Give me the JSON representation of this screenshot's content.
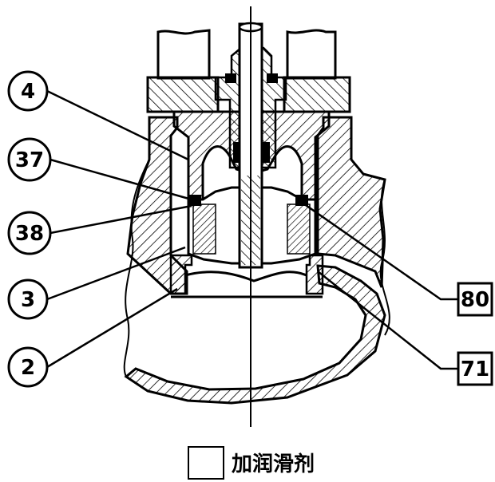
{
  "callouts": [
    {
      "id": "c4",
      "text": "4",
      "shape": "circle"
    },
    {
      "id": "c37",
      "text": "37",
      "shape": "circle"
    },
    {
      "id": "c38",
      "text": "38",
      "shape": "circle"
    },
    {
      "id": "c3",
      "text": "3",
      "shape": "circle"
    },
    {
      "id": "c2",
      "text": "2",
      "shape": "circle"
    },
    {
      "id": "c80",
      "text": "80",
      "shape": "box"
    },
    {
      "id": "c71",
      "text": "71",
      "shape": "box"
    }
  ],
  "legend": {
    "label": "加润滑剂"
  },
  "colors": {
    "ink": "#000000",
    "paper": "#ffffff"
  }
}
